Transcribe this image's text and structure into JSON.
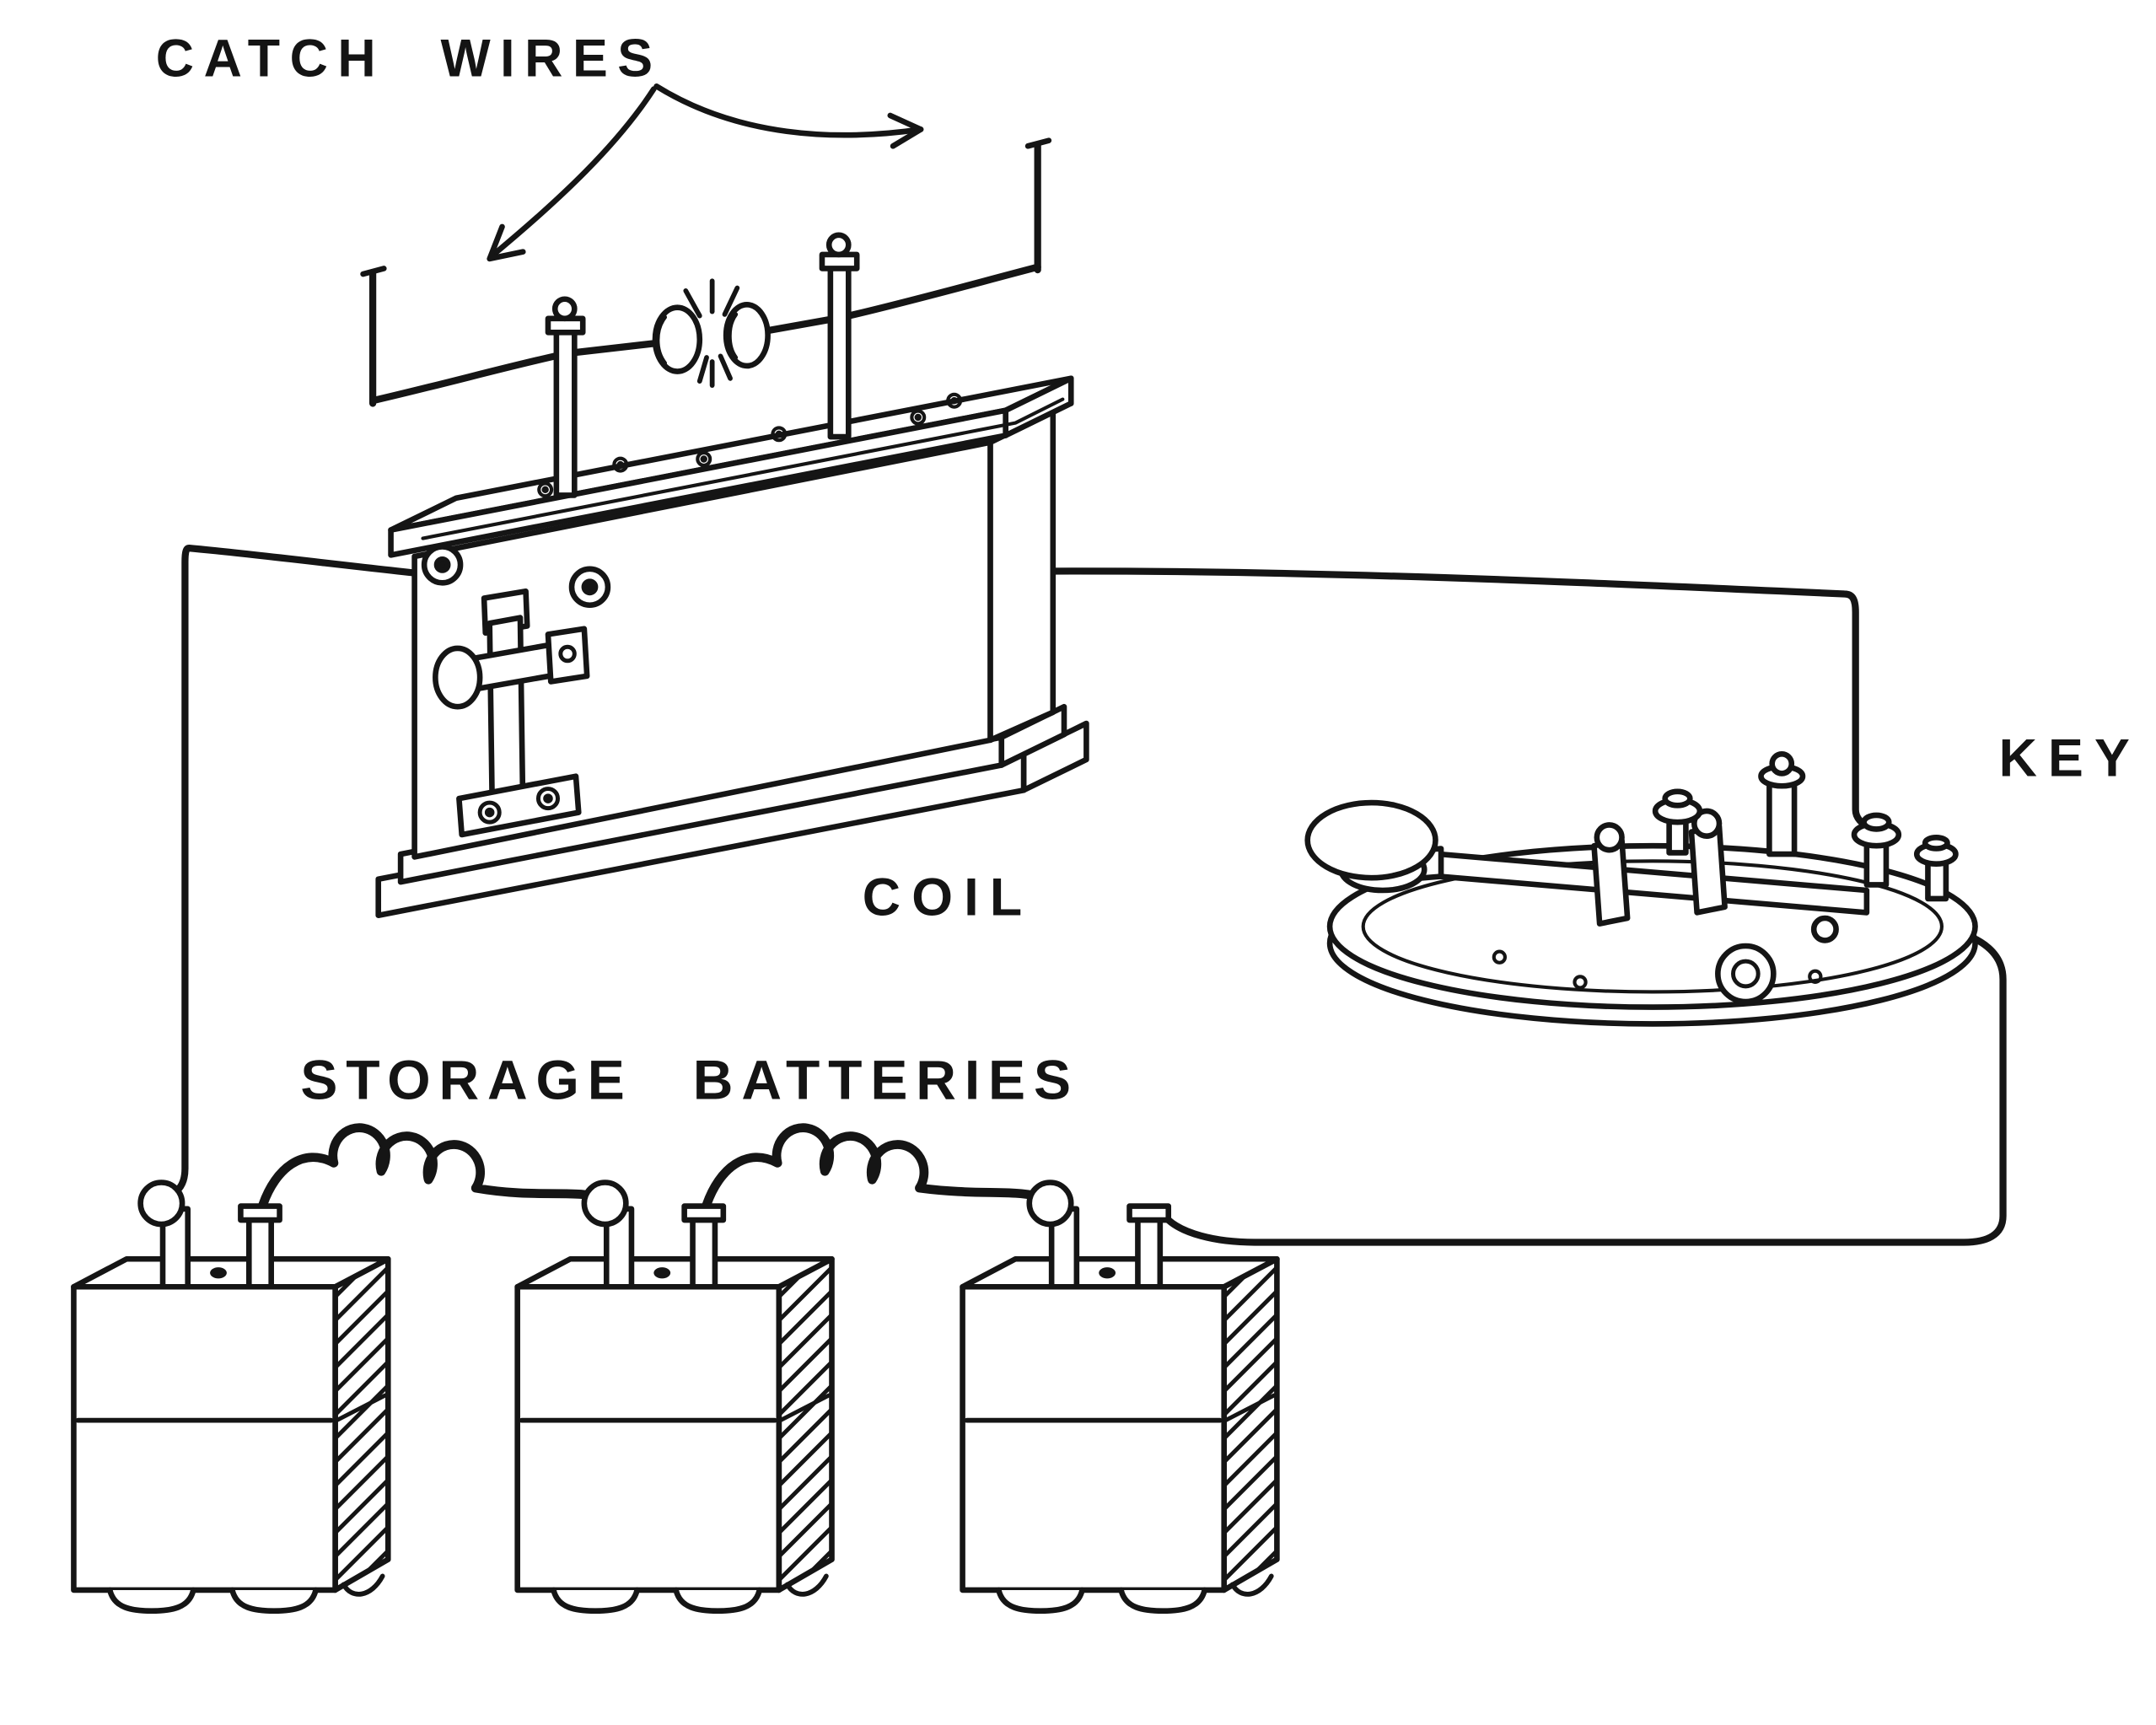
{
  "page": {
    "background": "#ffffff",
    "ink_color": "#151515"
  },
  "labels": {
    "catch_wires": "CATCH WIRES",
    "coil": "COIL",
    "key": "KEY",
    "storage_batteries": "STORAGE BATTERIES"
  }
}
